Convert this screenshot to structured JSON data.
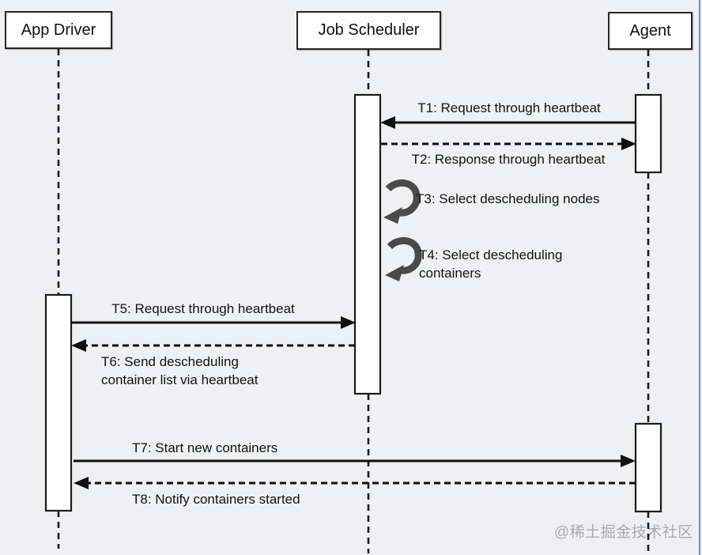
{
  "diagram_type": "sequence-diagram",
  "actors": [
    {
      "label": "App Driver"
    },
    {
      "label": "Job Scheduler"
    },
    {
      "label": "Agent"
    }
  ],
  "messages": [
    {
      "id": "T1",
      "label": "T1: Request through heartbeat",
      "from": "Agent",
      "to": "Job Scheduler",
      "line": "solid"
    },
    {
      "id": "T2",
      "label": "T2: Response through heartbeat",
      "from": "Job Scheduler",
      "to": "Agent",
      "line": "dashed"
    },
    {
      "id": "T3",
      "label": "T3: Select descheduling nodes",
      "type": "self-loop",
      "actor": "Job Scheduler"
    },
    {
      "id": "T4",
      "label": "T4: Select descheduling containers",
      "type": "self-loop",
      "actor": "Job Scheduler"
    },
    {
      "id": "T5",
      "label": "T5: Request through heartbeat",
      "from": "App Driver",
      "to": "Job Scheduler",
      "line": "solid"
    },
    {
      "id": "T6",
      "label": "T6: Send descheduling container list via heartbeat",
      "from": "Job Scheduler",
      "to": "App Driver",
      "line": "dashed"
    },
    {
      "id": "T7",
      "label": "T7: Start new containers",
      "from": "App Driver",
      "to": "Agent",
      "line": "solid"
    },
    {
      "id": "T8",
      "label": "T8: Notify containers started",
      "from": "Agent",
      "to": "App Driver",
      "line": "dashed"
    }
  ],
  "watermark": "@稀土掘金技术社区",
  "colors": {
    "background": "#eff0f1",
    "box_fill": "#ffffff",
    "line": "#1c1c1c",
    "self_arrow": "#4a4a4a",
    "watermark": "#a9abb0",
    "right_edge_accent": "#8090be"
  }
}
